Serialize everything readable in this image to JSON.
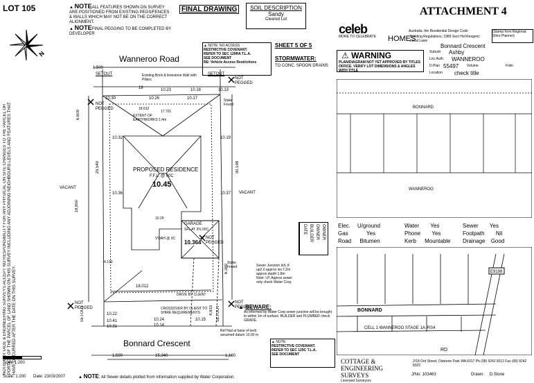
{
  "lot": "LOT 105",
  "notes_top": {
    "note1_head": "NOTE",
    "note1": "ALL FEATURES SHOWN ON SURVEY ARE POSITIONED FROM EXISTING PEGS/FENCES & WALLS WHICH MAY NOT BE ON THE CORRECT ALIGNMENT.",
    "note2_head": "NOTE",
    "note2": "FINAL PEGGING TO BE COMPLETED BY DEVELOPER"
  },
  "final_drawing": "FINAL DRAWING",
  "soil": {
    "title": "SOIL DESCRIPTION",
    "type": "Sandy",
    "status": "Cleared Lot"
  },
  "access_box": [
    "NOTE: NO ACCESS",
    "RESTRICTIVE COVENANT.",
    "REFER TO SEC 129RA T.L.A.",
    "SEE DOCUMENT",
    "RE: Vehicle Access Restrictions"
  ],
  "sheet": "SHEET 5 OF 5",
  "stormwater": {
    "title": "STORMWATER:",
    "text": "TO CONC. SPOON DRAINS"
  },
  "roads": {
    "top": "Wanneroo Road",
    "bottom": "Bonnard Crescent"
  },
  "plan": {
    "setout": "SETOUT",
    "not_pegged": "NOT PEGGED",
    "stake_found": "Stake Found",
    "vacant": "VACANT",
    "brick_wall": "Existing Brick & limestone Wall with Pillars.",
    "earthworks": "EXTENT OF EARTHWORKS 1:4m",
    "residence": "PROPOSED RESIDENCE",
    "ffl_label": "F.F.L. @ 00C",
    "ffl": "10.45",
    "garage_label": "GARAGE",
    "garage_sub": "SFL AT 3% 00C",
    "garage_level": "10.364",
    "verandah": "V'DAH @ 0C",
    "drive": "DRIVE BY CLIENT",
    "crossover": "CROSSOVER BY CLIENT TO SHIRE REQUIREMENTS",
    "sewer": "Sewer Junction in/L 8 up2.0 approx iev.7.2m approx depth:1.8m Note: I.P. Approx sewer only check Water Corp.",
    "ref_nail": "Ref Nail at base of kerb assumed datum 10.00 m",
    "dims": {
      "d1500": "1,500",
      "d18": "18",
      "d1023": "10.23",
      "d1018": "10.18",
      "d1013": "10.13",
      "d1030": "10.30",
      "d1026": "10.26",
      "d1017": "10.17",
      "d1015": "10.15",
      "d18612": "18.612",
      "d17701": "17.701",
      "d29549": "29.549",
      "d30198": "30.198",
      "d18012": "18.012",
      "d1029": "10.29",
      "d1022": "10.22",
      "d1024": "10.24",
      "d1014": "10.14",
      "d4193": "4.193",
      "d6389": "6.389",
      "d4833": "4.833",
      "d6609": "6.609",
      "d1590": "1,590",
      "d15340": "15,340",
      "d1160": "1,160",
      "d1850": "18,850",
      "d1041": "10.41",
      "d1031": "10.31",
      "d1032": "10.32",
      "d1036": "10.36",
      "d1019": "10.19",
      "d1037": "10.37"
    }
  },
  "owner_fields": [
    "OWNER",
    "OWNER",
    "BUILDER",
    "DATE"
  ],
  "beware": {
    "title": "BEWARE:",
    "text": "As informed by Water Corp sewer junction will be brought to within 1m of surface. BUILDER and PLUMBER check GRADE."
  },
  "bottom_note_box": [
    "NOTE:",
    "RESTRICTIVE COVENANT.",
    "REFER TO SEC 129C T.L.A.",
    "SEE DOCUMENT"
  ],
  "scale": {
    "bar_label": "Scale 1:200",
    "scale": "Scale: 1:200",
    "date": "Date: 23/03/2007"
  },
  "footer_note": {
    "head": "NOTE",
    "text": ": All Sewer details plotted from information supplied by Water Corporation."
  },
  "cottage": {
    "name": "COTTAGE & ENGINEERING SURVEYS",
    "sub": "Licensed Surveyors",
    "address": "2/18 Ord Street, Osborne Park WA 6017  Ph (08) 9242 8311  Fax (08) 9242 8322",
    "jno_label": "J/No:",
    "jno": "103463",
    "drawn_label": "Drawn:",
    "drawn": "D.Stone"
  },
  "left_note": "NOTE: COTTAGE & ENGINEERING SURVEYS ACCEPT NO RESPONSIBILITY FOR ANY PHYSICAL ON SITE CHANGES TO THE PARCEL OR PORTION OF THE PARCEL OF LAND SHOWN ON THIS SURVEY INCLUDING ANY ADJOINING NEIGHBOURS LEVELS AND FEATURES THAT HAVE OCCURRED AFTER THE DATE ON THIS SURVEY.",
  "attachment": "ATTACHMENT 4",
  "celebration": {
    "logo": "celeb",
    "tagline": "MORE TO CELEBRATE",
    "homes": "HOMES",
    "reg_text": "Building Regulations, 1989 Sect Hol Resgenc Local Laws",
    "reg_head": "Australia. the Residential Design Code",
    "stamp": "(Stamp from Regional Shire Planner)"
  },
  "warning": {
    "title": "WARNING",
    "text": "PLAN/DIAGRAM NOT YET APPROVED BY TITLES OFFICE. VERIFY LOT DIMENSIONS & ANGLES WITH TITLE"
  },
  "location": {
    "address": "Bonnard Crescent",
    "suburb_label": "Suburb",
    "suburb": "Ashby",
    "locauth_label": "Loc.Auth.",
    "locauth": "WANNEROO",
    "dplan_label": "D.Plan",
    "dplan": "55497",
    "volume_label": "Volume",
    "folio_label": "Folio",
    "location_label": "Location",
    "location": "check title"
  },
  "services": {
    "elec_label": "Elec.",
    "elec": "U/ground",
    "water_label": "Water",
    "water": "Yes",
    "sewer_label": "Sewer",
    "sewer": "Yes",
    "gas_label": "Gas",
    "gas": "Yes",
    "phone_label": "Phone",
    "phone": "Yes",
    "footpath_label": "Footpath",
    "footpath": "Nil",
    "road_label": "Road",
    "road": "Bitumen",
    "kerb_label": "Kerb",
    "kerb": "Mountable",
    "drainage_label": "Drainage",
    "drainage": "Good"
  },
  "map": {
    "road": "BONNARD",
    "cell": "CELL 1 WANNEROO STAGE 1A IRS4",
    "rd": "RD",
    "lot_id": "E9198",
    "wanneroo": "WANNEROO"
  }
}
